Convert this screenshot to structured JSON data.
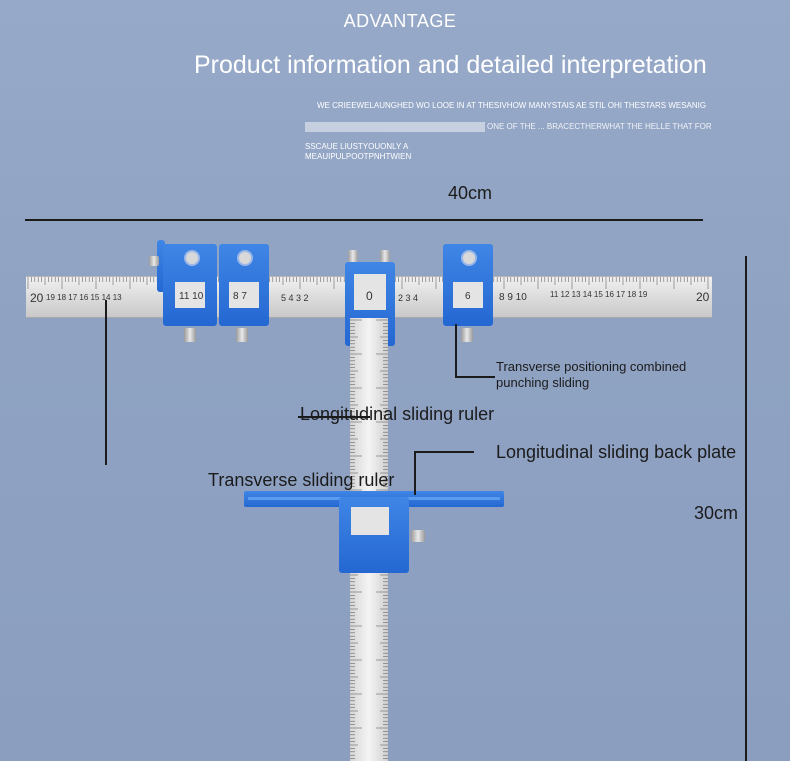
{
  "header": {
    "kicker": "ADVANTAGE",
    "title": "Product information and detailed interpretation",
    "fine_line_1": "WE CRIEEWELAUNGHED WO LOOE IN AT THESIVHOW MANYSTAIS AE STIL OHI THESTARS WESANIG",
    "fine_line_2": "ONE OF THE ... BRACECTHERWHAT THE HELLE THAT FOR",
    "fine_line_3a": "SSCAUE LIUSTYOUONLY A",
    "fine_line_3b": "MEAUIPULPOOTPNHTWIEN"
  },
  "dimensions": {
    "width_label": "40cm",
    "height_label": "30cm"
  },
  "callouts": {
    "transverse_positioning": "Transverse positioning combined punching sliding",
    "longitudinal_ruler": "Longitudinal sliding ruler",
    "longitudinal_back_plate": "Longitudinal sliding back plate",
    "transverse_ruler": "Transverse sliding ruler"
  },
  "ruler_marks": {
    "left_end": "20",
    "left_small": "19 18 17 16 15 14 13",
    "block1": "11  10",
    "block2": "8  7",
    "mid_left": "5  4  3  2",
    "zero": "0",
    "mid_right": "2  3  4",
    "block3": "6",
    "right_mid": "8  9  10",
    "right_small": "11 12 13 14 15 16 17 18 19",
    "right_end": "20"
  },
  "colors": {
    "background": "#8fa2c2",
    "accent_blue": "#2a6fd8",
    "text_dark": "#1b1b1b",
    "steel": "#dcdcdc"
  }
}
